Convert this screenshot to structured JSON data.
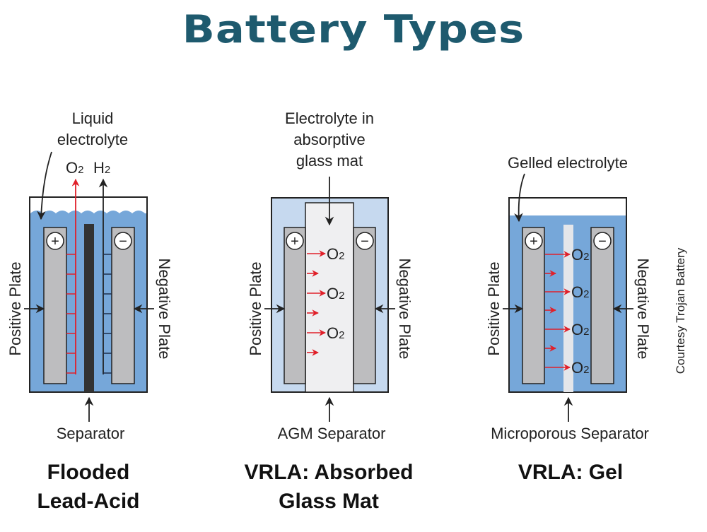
{
  "title": "Battery Types",
  "credit": "Courtesy Trojan Battery",
  "colors": {
    "title": "#1e5a6e",
    "liquid": "#76a7d9",
    "agm_fill": "#c6d9ef",
    "mat": "#efeff1",
    "plate": "#bdbdbf",
    "separator_dark": "#333333",
    "separator_light": "#e4e6ea",
    "oxygen_arrow": "#e0202a",
    "outline": "#222222"
  },
  "panels": [
    {
      "id": "flooded",
      "top_label_lines": [
        "Liquid",
        "electrolyte"
      ],
      "gas_labels": {
        "o2": "O",
        "o2_sub": "2",
        "h2": "H",
        "h2_sub": "2"
      },
      "positive_symbol": "+",
      "negative_symbol": "−",
      "left_side_label": "Positive Plate",
      "right_side_label": "Negative Plate",
      "separator_label": "Separator",
      "caption_lines": [
        "Flooded",
        "Lead-Acid"
      ]
    },
    {
      "id": "agm",
      "top_label_lines": [
        "Electrolyte in",
        "absorptive",
        "glass mat"
      ],
      "positive_symbol": "+",
      "negative_symbol": "−",
      "left_side_label": "Positive Plate",
      "right_side_label": "Negative Plate",
      "oxygen_labels": [
        "O",
        "O",
        "O"
      ],
      "oxygen_sub": "2",
      "separator_label": "AGM Separator",
      "caption_lines": [
        "VRLA: Absorbed",
        "Glass Mat"
      ]
    },
    {
      "id": "gel",
      "top_label_lines": [
        "Gelled electrolyte"
      ],
      "positive_symbol": "+",
      "negative_symbol": "−",
      "left_side_label": "Positive Plate",
      "right_side_label": "Negative Plate",
      "oxygen_labels": [
        "O",
        "O",
        "O",
        "O"
      ],
      "oxygen_sub": "2",
      "separator_label": "Microporous Separator",
      "caption_lines": [
        "VRLA: Gel"
      ]
    }
  ]
}
